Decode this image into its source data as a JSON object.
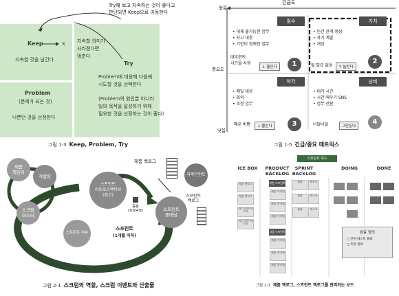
{
  "kpt": {
    "arrow_note": [
      "Try해 보고 지속하는 것이 좋다고",
      "판단되면 Keep으로 이동한다"
    ],
    "keep_label": "Keep",
    "x_label": "X",
    "keep_desc": "지속할 것을 남긴다",
    "try_top": [
      "지속할 의미가",
      "사라졌다면",
      "멈춘다"
    ],
    "try_label": "Try",
    "problem_label": "Problem",
    "problem_sub": "(문제가 되는 것)",
    "problem_desc": "나쁜던 것을 선정한다",
    "try_desc1": [
      "Problem에 대응해 다음에",
      "시도할 것을 선택한다"
    ],
    "try_desc2": [
      "(Problem의 원인뿐 아니라",
      "일의 목적을 달성하기 위해",
      "필요한 것을 선정하는 것이 좋다)"
    ],
    "caption_num": "그림 1-3",
    "caption": "Keep, Problem, Try"
  },
  "matrix": {
    "axis_top": "긴급도",
    "high": "높음",
    "importance": "중요도",
    "low": "낮음",
    "q1_head": "필수",
    "q2_head": "가치",
    "q3_head": "착각",
    "q4_head": "낭비",
    "q1_items": [
      "• 대체 불가능한 업무",
      "• 사고 대응",
      "• 기한이 정해진 업무"
    ],
    "q1_time": [
      "대부분의",
      "시간을 사용"
    ],
    "q1_tag": "↓ 줄인다",
    "q2_items": [
      "• 인간 관계 생성",
      "• 자기 계발",
      "• 개선"
    ],
    "q2_time": "할 필요 없음",
    "q2_tag": "↑ 늘린다",
    "q3_items": [
      "• 매일 대응",
      "• 회의",
      "• 조정 업무"
    ],
    "q3_time": "매우 바쁨",
    "q3_tag": "↓ 줄인다",
    "q4_items": [
      "• 대기 시간",
      "• 시간 때우기 SNS",
      "• 업무 전환"
    ],
    "q4_time": "너덜너덜",
    "q4_tag": "그만둔다",
    "n1": "1",
    "n2": "2",
    "n3": "3",
    "n4": "4",
    "caption_num": "그림 1-5",
    "caption": "긴급/중요 매트릭스"
  },
  "scrum": {
    "role1": [
      "제품",
      "책임자"
    ],
    "role2": "개발팀",
    "role3": [
      "스크럼",
      "마스터"
    ],
    "product_backlog": "제품 백로그",
    "refinement": "리파인먼트",
    "retro": [
      "스프린트",
      "리트로스펙티브",
      "(회고)"
    ],
    "increment": [
      "증분",
      "(프로덕트)"
    ],
    "planning": [
      "스프린트",
      "플래닝"
    ],
    "sprint_backlog": [
      "스프린트",
      "백로그"
    ],
    "review": "스프린트 리뷰",
    "sprint": "스프린트",
    "sprint_period": "(1개월 이하)",
    "caption_num": "그림 2-1",
    "caption": "스크럼의 역할, 스크럼 이벤트와 산출물"
  },
  "board": {
    "banner": "스프린트 보드",
    "col_icebox": "ICE BOX",
    "col_product": [
      "PRODUCT",
      "BACKLOG"
    ],
    "col_sprint": [
      "SPRINT",
      "BACKLOG"
    ],
    "col_doing": "DOING",
    "col_done": "DONE",
    "card_pb": [
      "제품",
      "백로그",
      "아이템"
    ],
    "card_idea": [
      "하고 싶은",
      "태스크"
    ],
    "card_task": "태스크",
    "sprint_tag": "이번 스프린트",
    "next_tag": "다음 스프린트",
    "done_box_title": "완료 정의",
    "done_box_items": [
      "□ 단위 테스트 통과",
      "□ 리뷰 완료"
    ],
    "caption_num": "그림 2-3",
    "caption": "제품 백로그, 스프린트 백로그를 관리하는 보드"
  }
}
